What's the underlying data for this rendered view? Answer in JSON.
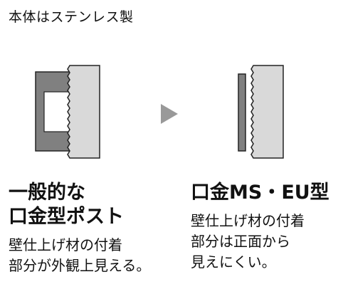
{
  "header": "本体はステンレス製",
  "left": {
    "title_line1": "一般的な",
    "title_line2": "口金型ポスト",
    "desc_line1": "壁仕上げ材の付着",
    "desc_line2": "部分が外観上見える。"
  },
  "right": {
    "title_line1": "口金MS・EU型",
    "desc_line1": "壁仕上げ材の付着",
    "desc_line2": "部分は正面から",
    "desc_line3": "見えにくい。"
  },
  "colors": {
    "body_fill": "#d9d9d9",
    "bracket_fill": "#808080",
    "arrow": "#999999",
    "stroke": "#222222"
  }
}
